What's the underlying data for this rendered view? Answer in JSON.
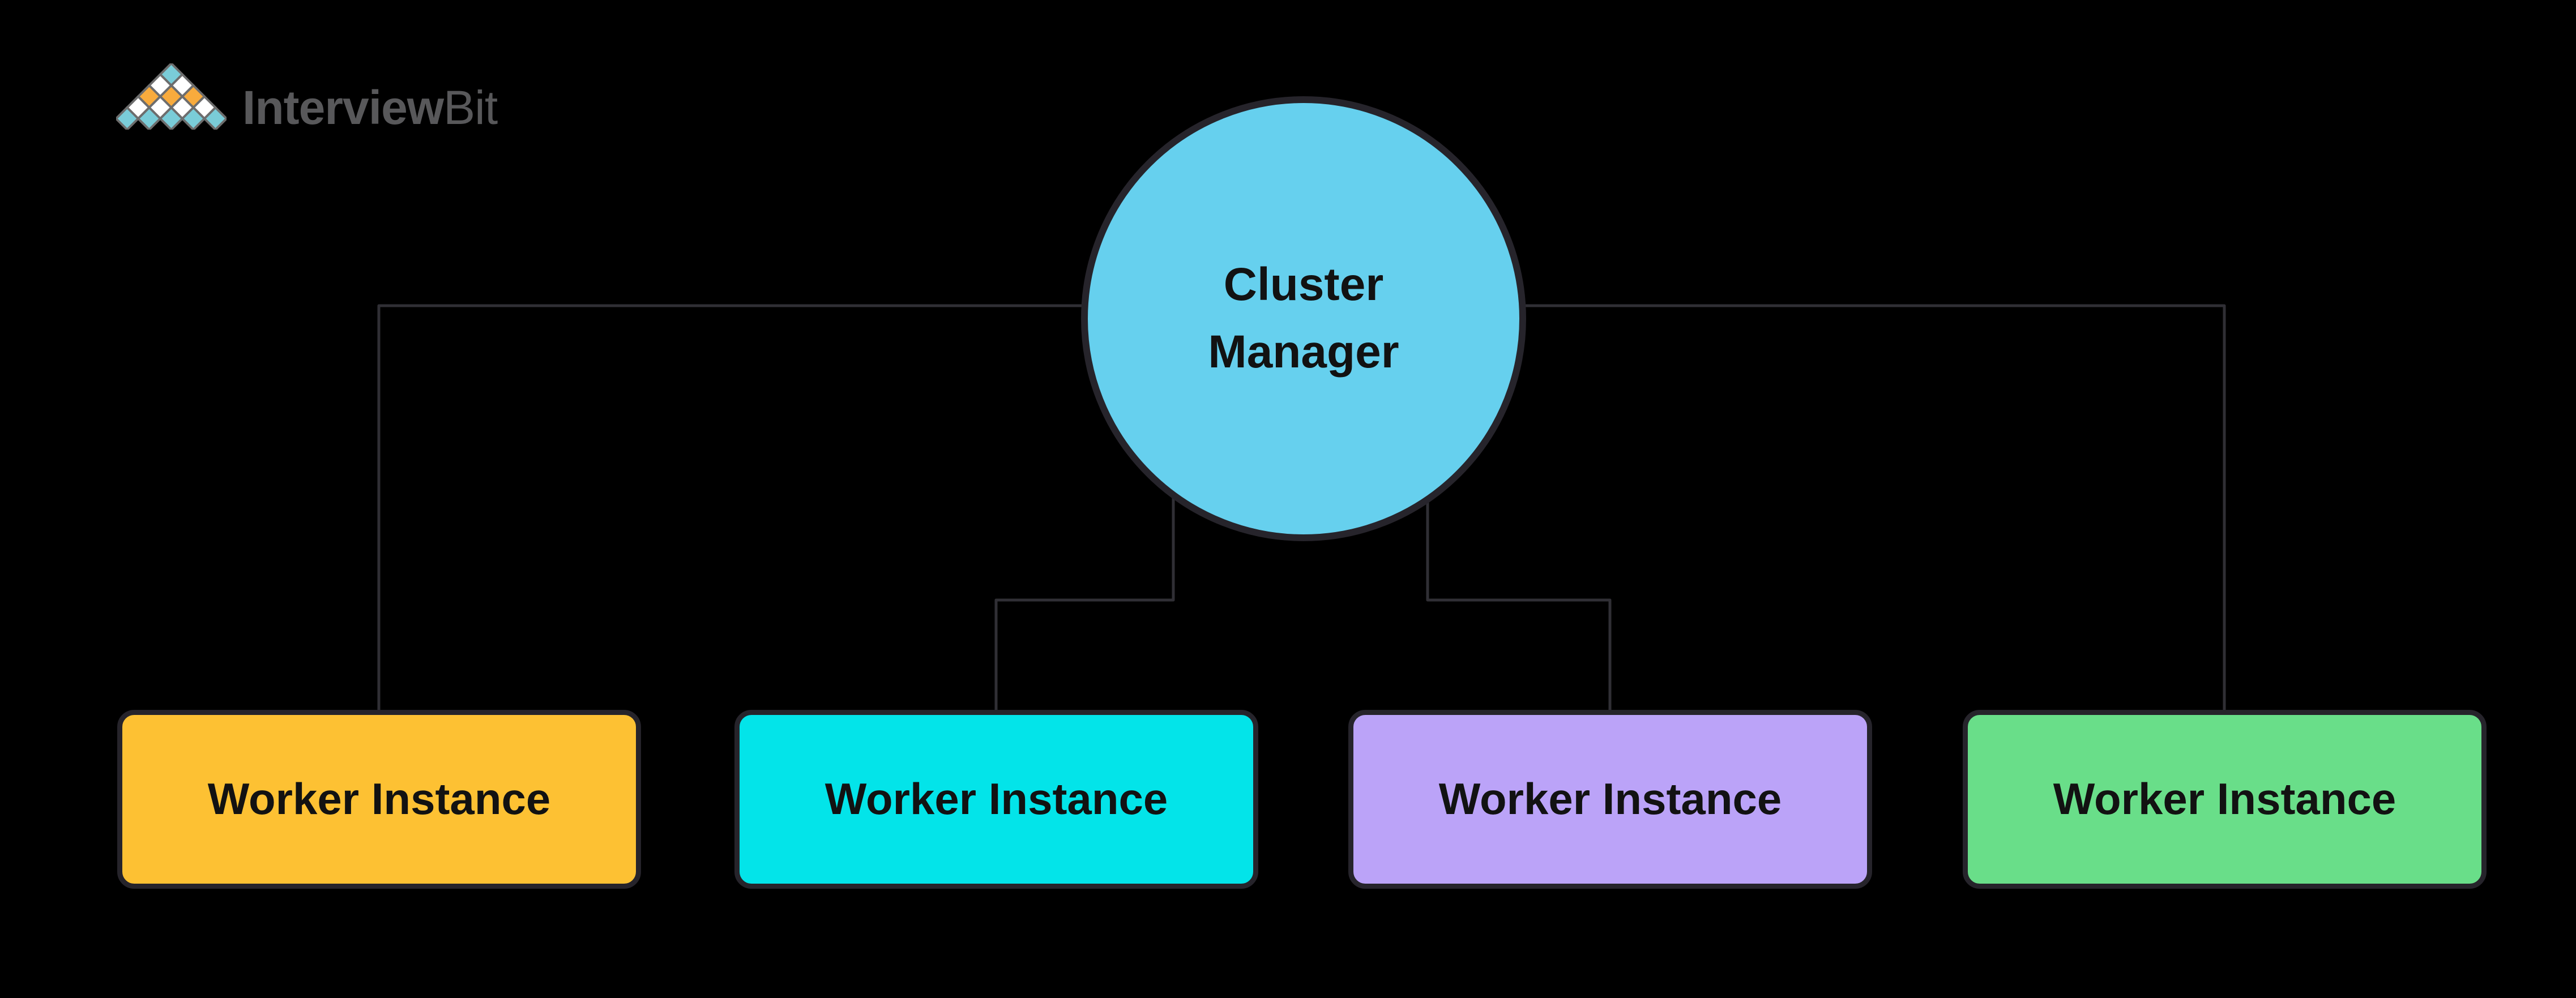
{
  "page": {
    "background": "#000000"
  },
  "logo": {
    "brand_bold": "Interview",
    "brand_light": "Bit",
    "text_color": "#58585a",
    "mark_colors": {
      "teal": "#7accd8",
      "orange": "#f8ab3d",
      "white": "#ffffff",
      "outline": "#6d6d6d"
    }
  },
  "diagram": {
    "connector_color": "#302f35",
    "node_border_color": "#26242b",
    "node_text_color": "#121212",
    "manager": {
      "label": "Cluster Manager",
      "fill": "#66d0ee"
    },
    "workers": [
      {
        "label": "Worker Instance",
        "fill": "#fdc133"
      },
      {
        "label": "Worker Instance",
        "fill": "#03e4e9"
      },
      {
        "label": "Worker Instance",
        "fill": "#bba3f8"
      },
      {
        "label": "Worker Instance",
        "fill": "#69de89"
      }
    ]
  }
}
